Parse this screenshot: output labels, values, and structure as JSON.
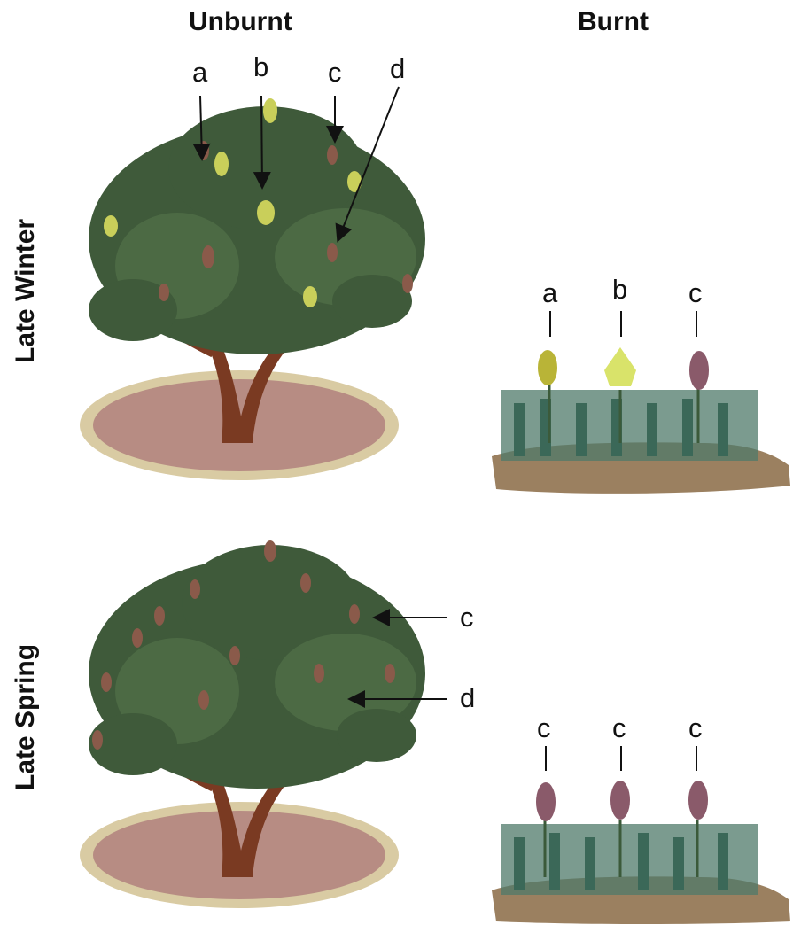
{
  "columns": {
    "unburnt": "Unburnt",
    "burnt": "Burnt"
  },
  "rows": {
    "late_winter": "Late Winter",
    "late_spring": "Late Spring"
  },
  "panels": {
    "unburnt_winter": {
      "labels": [
        "a",
        "b",
        "c",
        "d"
      ]
    },
    "burnt_winter": {
      "labels": [
        "a",
        "b",
        "c"
      ]
    },
    "unburnt_spring": {
      "labels": [
        "c",
        "d"
      ]
    },
    "burnt_spring": {
      "labels": [
        "c",
        "c",
        "c"
      ]
    }
  },
  "colors": {
    "foliage": "#3f5a3a",
    "foliage_light": "#6f8f58",
    "trunk": "#7a3a22",
    "litter": "#9b5a6a",
    "ground": "#d9cba3",
    "cone_brown": "#8a5a4a",
    "cone_yellow": "#c9cf5a",
    "soil": "#9b8060"
  }
}
